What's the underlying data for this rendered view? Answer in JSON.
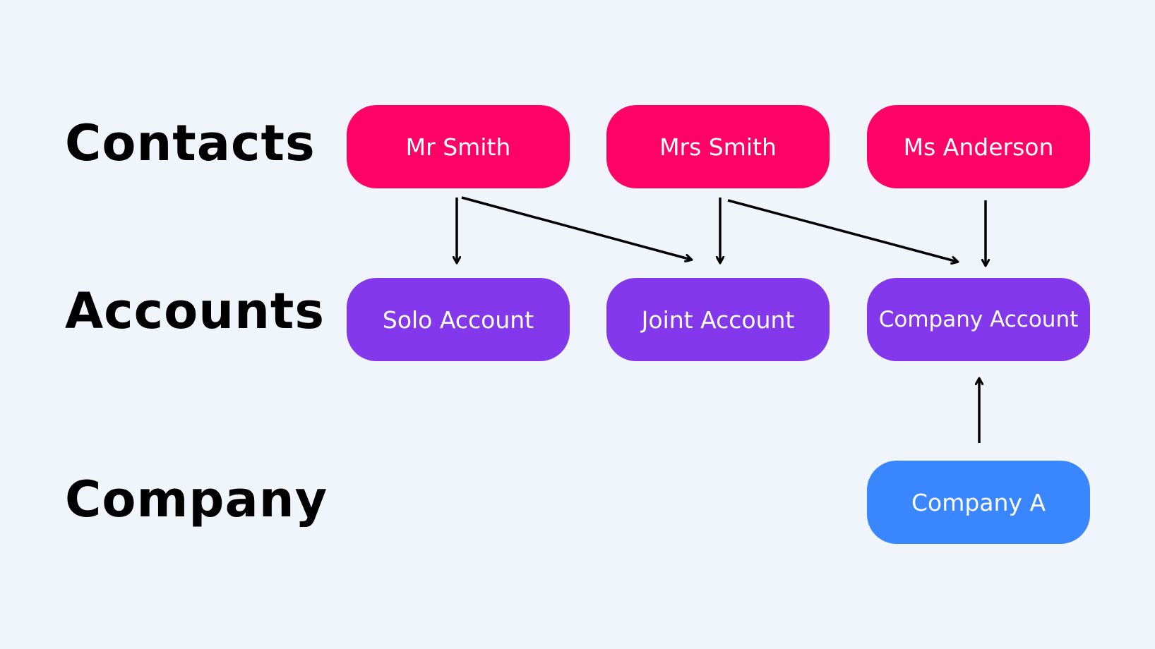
{
  "rows": {
    "contacts": "Contacts",
    "accounts": "Accounts",
    "company": "Company"
  },
  "nodes": {
    "mr_smith": "Mr Smith",
    "mrs_smith": "Mrs Smith",
    "ms_anderson": "Ms Anderson",
    "solo_account": "Solo Account",
    "joint_account": "Joint Account",
    "company_account": "Company Account",
    "company_a": "Company A"
  },
  "edges": [
    {
      "from": "Mr Smith",
      "to": "Solo Account"
    },
    {
      "from": "Mr Smith",
      "to": "Joint Account"
    },
    {
      "from": "Mrs Smith",
      "to": "Joint Account"
    },
    {
      "from": "Mrs Smith",
      "to": "Company Account"
    },
    {
      "from": "Ms Anderson",
      "to": "Company Account"
    },
    {
      "from": "Company A",
      "to": "Company Account"
    }
  ],
  "colors": {
    "background": "#eff5fa",
    "contact": "#ff0266",
    "account": "#8338ec",
    "company": "#3a86ff",
    "arrow": "#000000"
  }
}
